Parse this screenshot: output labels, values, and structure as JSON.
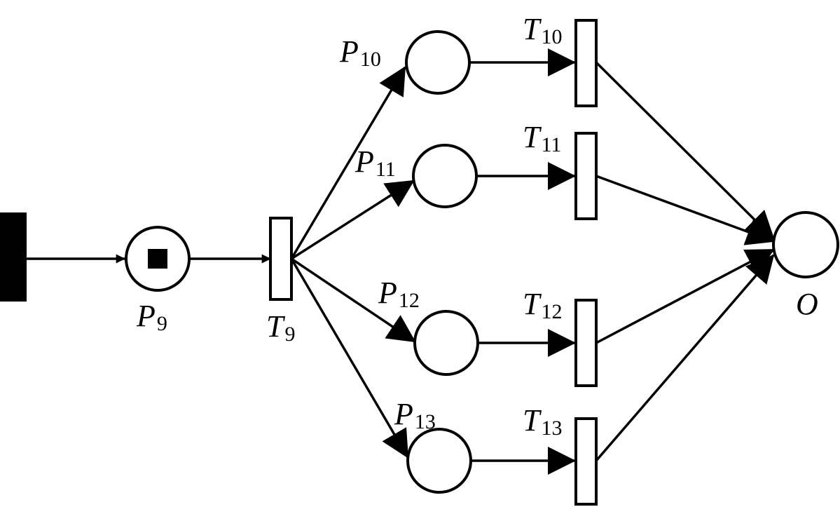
{
  "places": [
    {
      "id": "P9",
      "label": "P",
      "sub": "9",
      "token": true
    },
    {
      "id": "P10",
      "label": "P",
      "sub": "10",
      "token": false
    },
    {
      "id": "P11",
      "label": "P",
      "sub": "11",
      "token": false
    },
    {
      "id": "P12",
      "label": "P",
      "sub": "12",
      "token": false
    },
    {
      "id": "P13",
      "label": "P",
      "sub": "13",
      "token": false
    },
    {
      "id": "O",
      "label": "O",
      "sub": "",
      "token": false
    }
  ],
  "transitions": [
    {
      "id": "T9",
      "label": "T",
      "sub": "9"
    },
    {
      "id": "T10",
      "label": "T",
      "sub": "10"
    },
    {
      "id": "T11",
      "label": "T",
      "sub": "11"
    },
    {
      "id": "T12",
      "label": "T",
      "sub": "12"
    },
    {
      "id": "T13",
      "label": "T",
      "sub": "13"
    }
  ],
  "arcs": [
    [
      "SRC",
      "P9"
    ],
    [
      "P9",
      "T9"
    ],
    [
      "T9",
      "P10"
    ],
    [
      "T9",
      "P11"
    ],
    [
      "T9",
      "P12"
    ],
    [
      "T9",
      "P13"
    ],
    [
      "P10",
      "T10"
    ],
    [
      "P11",
      "T11"
    ],
    [
      "P12",
      "T12"
    ],
    [
      "P13",
      "T13"
    ],
    [
      "T10",
      "O"
    ],
    [
      "T11",
      "O"
    ],
    [
      "T12",
      "O"
    ],
    [
      "T13",
      "O"
    ]
  ]
}
